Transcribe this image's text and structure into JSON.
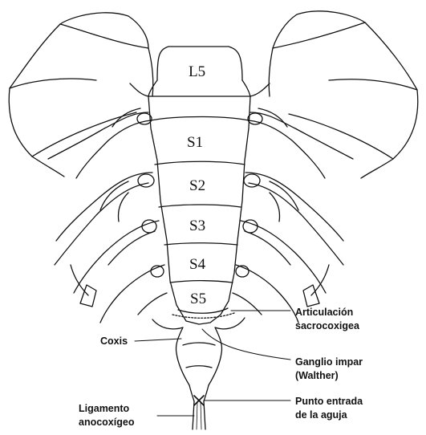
{
  "vertebrae": {
    "l5": "L5",
    "s1": "S1",
    "s2": "S2",
    "s3": "S3",
    "s4": "S4",
    "s5": "S5"
  },
  "labels": {
    "articulacion_line1": "Articulación",
    "articulacion_line2": "sacrocoxigea",
    "coxis": "Coxis",
    "ganglio_line1": "Ganglio impar",
    "ganglio_line2": "(Walther)",
    "punto_line1": "Punto entrada",
    "punto_line2": "de la aguja",
    "ligamento_line1": "Ligamento",
    "ligamento_line2": "anocoxígeo"
  }
}
